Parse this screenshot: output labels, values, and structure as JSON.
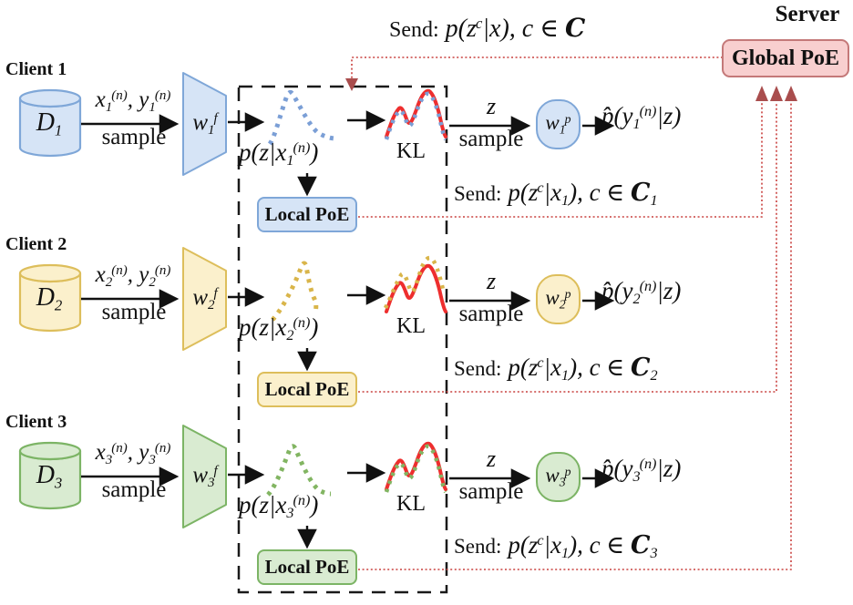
{
  "server": {
    "title": "Server",
    "global_poe_label": "Global PoE"
  },
  "broadcast": {
    "send_label": "Send:",
    "formula": "p(z^{c}|x), c ∈ \\C"
  },
  "colors": {
    "send_line": "#c9403e",
    "server_arrow": "#a94d4d",
    "kl_curve": "#ee2e2e",
    "server_fill": "#f8cfcf",
    "server_border": "#c47979",
    "dashed_box": "#1a1a1a",
    "arrow_black": "#111111"
  },
  "clients": [
    {
      "label": "Client 1",
      "dataset_label": "D_{1}",
      "sample_pair": "x_{1}^{(n)}, y_{1}^{(n)}",
      "sample_word": "sample",
      "encoder_label": "w_{1}^{f}",
      "posterior_label": "p(z|x_{1}^{(n)})",
      "kl_label": "KL",
      "z_label": "z",
      "sample_word2": "sample",
      "decoder_label": "w_{1}^{p}",
      "prediction_label": "p̂(y_{1}^{(n)}|z)",
      "local_poe_label": "Local PoE",
      "send_label": "Send:",
      "send_formula": "p(z^{c}|x_{1}), c ∈ \\C_{1}",
      "colors": {
        "fill": "#d6e4f6",
        "border": "#7fa7d8",
        "dots": "#7b9fd6"
      }
    },
    {
      "label": "Client 2",
      "dataset_label": "D_{2}",
      "sample_pair": "x_{2}^{(n)}, y_{2}^{(n)}",
      "sample_word": "sample",
      "encoder_label": "w_{2}^{f}",
      "posterior_label": "p(z|x_{2}^{(n)})",
      "kl_label": "KL",
      "z_label": "z",
      "sample_word2": "sample",
      "decoder_label": "w_{2}^{p}",
      "prediction_label": "p̂(y_{2}^{(n)}|z)",
      "local_poe_label": "Local PoE",
      "send_label": "Send:",
      "send_formula": "p(z^{c}|x_{1}), c ∈ \\C_{2}",
      "colors": {
        "fill": "#fbf0cc",
        "border": "#ddbe5b",
        "dots": "#d9b54a"
      }
    },
    {
      "label": "Client 3",
      "dataset_label": "D_{3}",
      "sample_pair": "x_{3}^{(n)}, y_{3}^{(n)}",
      "sample_word": "sample",
      "encoder_label": "w_{3}^{f}",
      "posterior_label": "p(z|x_{3}^{(n)})",
      "kl_label": "KL",
      "z_label": "z",
      "sample_word2": "sample",
      "decoder_label": "w_{3}^{p}",
      "prediction_label": "p̂(y_{3}^{(n)}|z)",
      "local_poe_label": "Local PoE",
      "send_label": "Send:",
      "send_formula": "p(z^{c}|x_{1}), c ∈ \\C_{3}",
      "colors": {
        "fill": "#d9ebd1",
        "border": "#7cb465",
        "dots": "#82b562"
      }
    }
  ]
}
